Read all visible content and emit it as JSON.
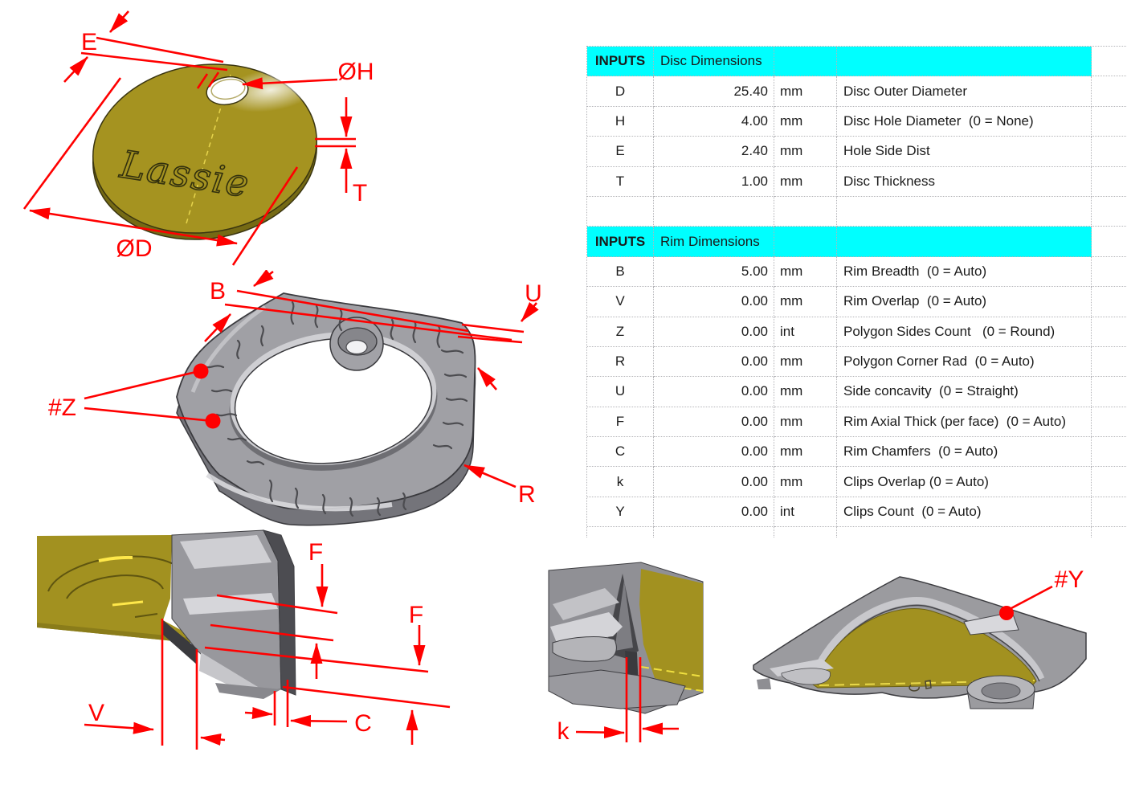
{
  "colors": {
    "annotation": "#ff0000",
    "header_bg": "#00ffff",
    "disc_gold": "#a59320",
    "rim_gray": "#a0a0a5"
  },
  "disc_view": {
    "engraving": "Lassie",
    "labels": {
      "e": "E",
      "h": "ØH",
      "t": "T",
      "d": "ØD"
    }
  },
  "rim_view": {
    "labels": {
      "b": "B",
      "u": "U",
      "z": "#Z",
      "r": "R"
    }
  },
  "section_view": {
    "labels": {
      "f1": "F",
      "f2": "F",
      "v": "V",
      "c": "C"
    }
  },
  "clip_view": {
    "labels": {
      "k": "k"
    }
  },
  "cutaway_view": {
    "labels": {
      "y": "#Y"
    }
  },
  "tables": {
    "disc": {
      "header": {
        "inputs": "INPUTS",
        "title": "Disc Dimensions"
      },
      "rows": [
        {
          "param": "D",
          "value": "25.40",
          "unit": "mm",
          "desc": "Disc Outer Diameter"
        },
        {
          "param": "H",
          "value": "4.00",
          "unit": "mm",
          "desc": "Disc Hole Diameter  (0 = None)"
        },
        {
          "param": "E",
          "value": "2.40",
          "unit": "mm",
          "desc": "Hole Side Dist"
        },
        {
          "param": "T",
          "value": "1.00",
          "unit": "mm",
          "desc": "Disc Thickness"
        }
      ]
    },
    "rim": {
      "header": {
        "inputs": "INPUTS",
        "title": "Rim Dimensions"
      },
      "rows": [
        {
          "param": "B",
          "value": "5.00",
          "unit": "mm",
          "desc": "Rim Breadth  (0 = Auto)"
        },
        {
          "param": "V",
          "value": "0.00",
          "unit": "mm",
          "desc": "Rim Overlap  (0 = Auto)"
        },
        {
          "param": "Z",
          "value": "0.00",
          "unit": "int",
          "desc": "Polygon Sides Count   (0 = Round)"
        },
        {
          "param": "R",
          "value": "0.00",
          "unit": "mm",
          "desc": "Polygon Corner Rad  (0 = Auto)"
        },
        {
          "param": "U",
          "value": "0.00",
          "unit": "mm",
          "desc": "Side concavity  (0 = Straight)"
        },
        {
          "param": "F",
          "value": "0.00",
          "unit": "mm",
          "desc": "Rim Axial Thick (per face)  (0 = Auto)"
        },
        {
          "param": "C",
          "value": "0.00",
          "unit": "mm",
          "desc": "Rim Chamfers  (0 = Auto)"
        },
        {
          "param": "k",
          "value": "0.00",
          "unit": "mm",
          "desc": "Clips Overlap (0 = Auto)"
        },
        {
          "param": "Y",
          "value": "0.00",
          "unit": "int",
          "desc": "Clips Count  (0 = Auto)"
        }
      ]
    }
  }
}
